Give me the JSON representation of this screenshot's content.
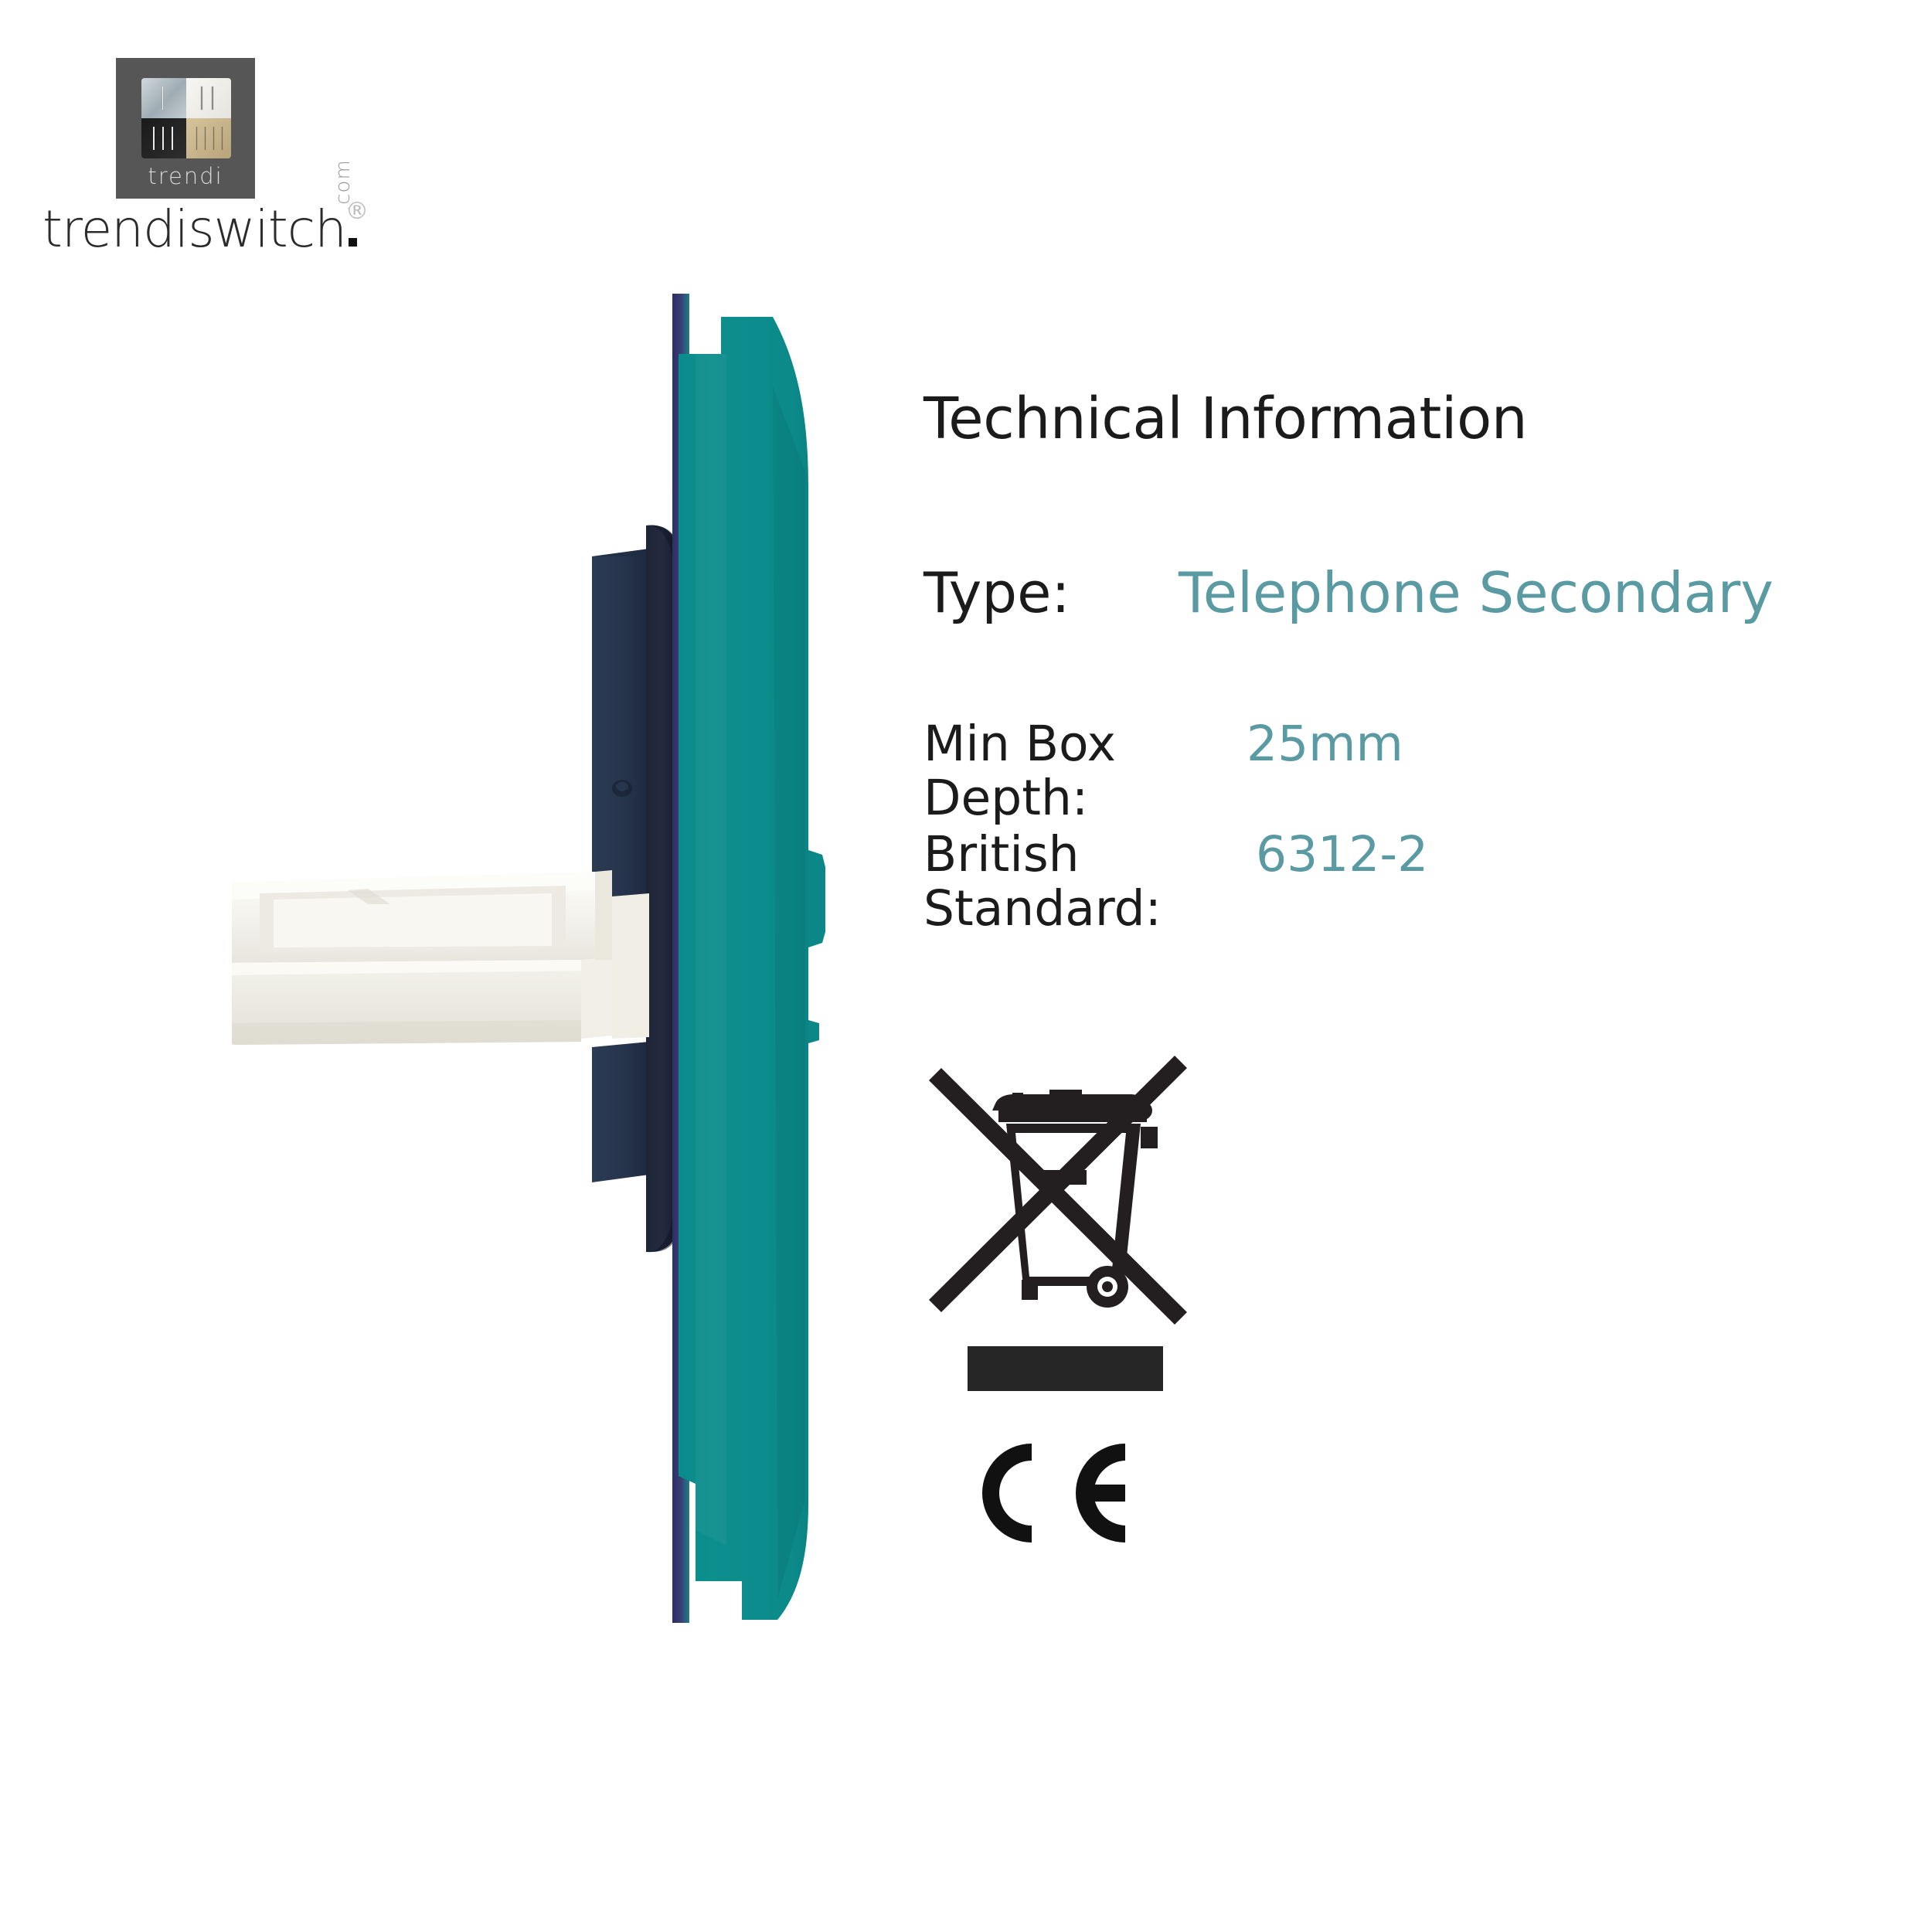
{
  "brand": {
    "logo_tile_word": "trendi",
    "wordmark": "trendiswitch",
    "com_suffix": ".com",
    "registered_mark": "®",
    "tile_bg": "#565656",
    "swatches": [
      "chrome",
      "white",
      "black",
      "gold"
    ]
  },
  "spec": {
    "title": "Technical Information",
    "type": {
      "label": "Type:",
      "value": "Telephone Secondary"
    },
    "min_box_depth": {
      "label": "Min Box Depth:",
      "value": "25mm"
    },
    "british_standard": {
      "label": "British Standard:",
      "value": "6312-2"
    },
    "value_color": "#5a9aa2",
    "label_color": "#1b1b1b"
  },
  "marks": {
    "weee_icon": "crossed-out-wheelie-bin-icon",
    "black_bar": "weee-black-bar",
    "ce_mark": "CE"
  },
  "product": {
    "name": "telephone-socket-side-view",
    "faceplate_color": "#0d8b8b",
    "faceplate_edge_color": "#3b3f6b",
    "backbox_color": "#27364f",
    "backbox_shadow_color": "#1b2637",
    "connector_color": "#f4f3ef",
    "background": "#ffffff"
  }
}
